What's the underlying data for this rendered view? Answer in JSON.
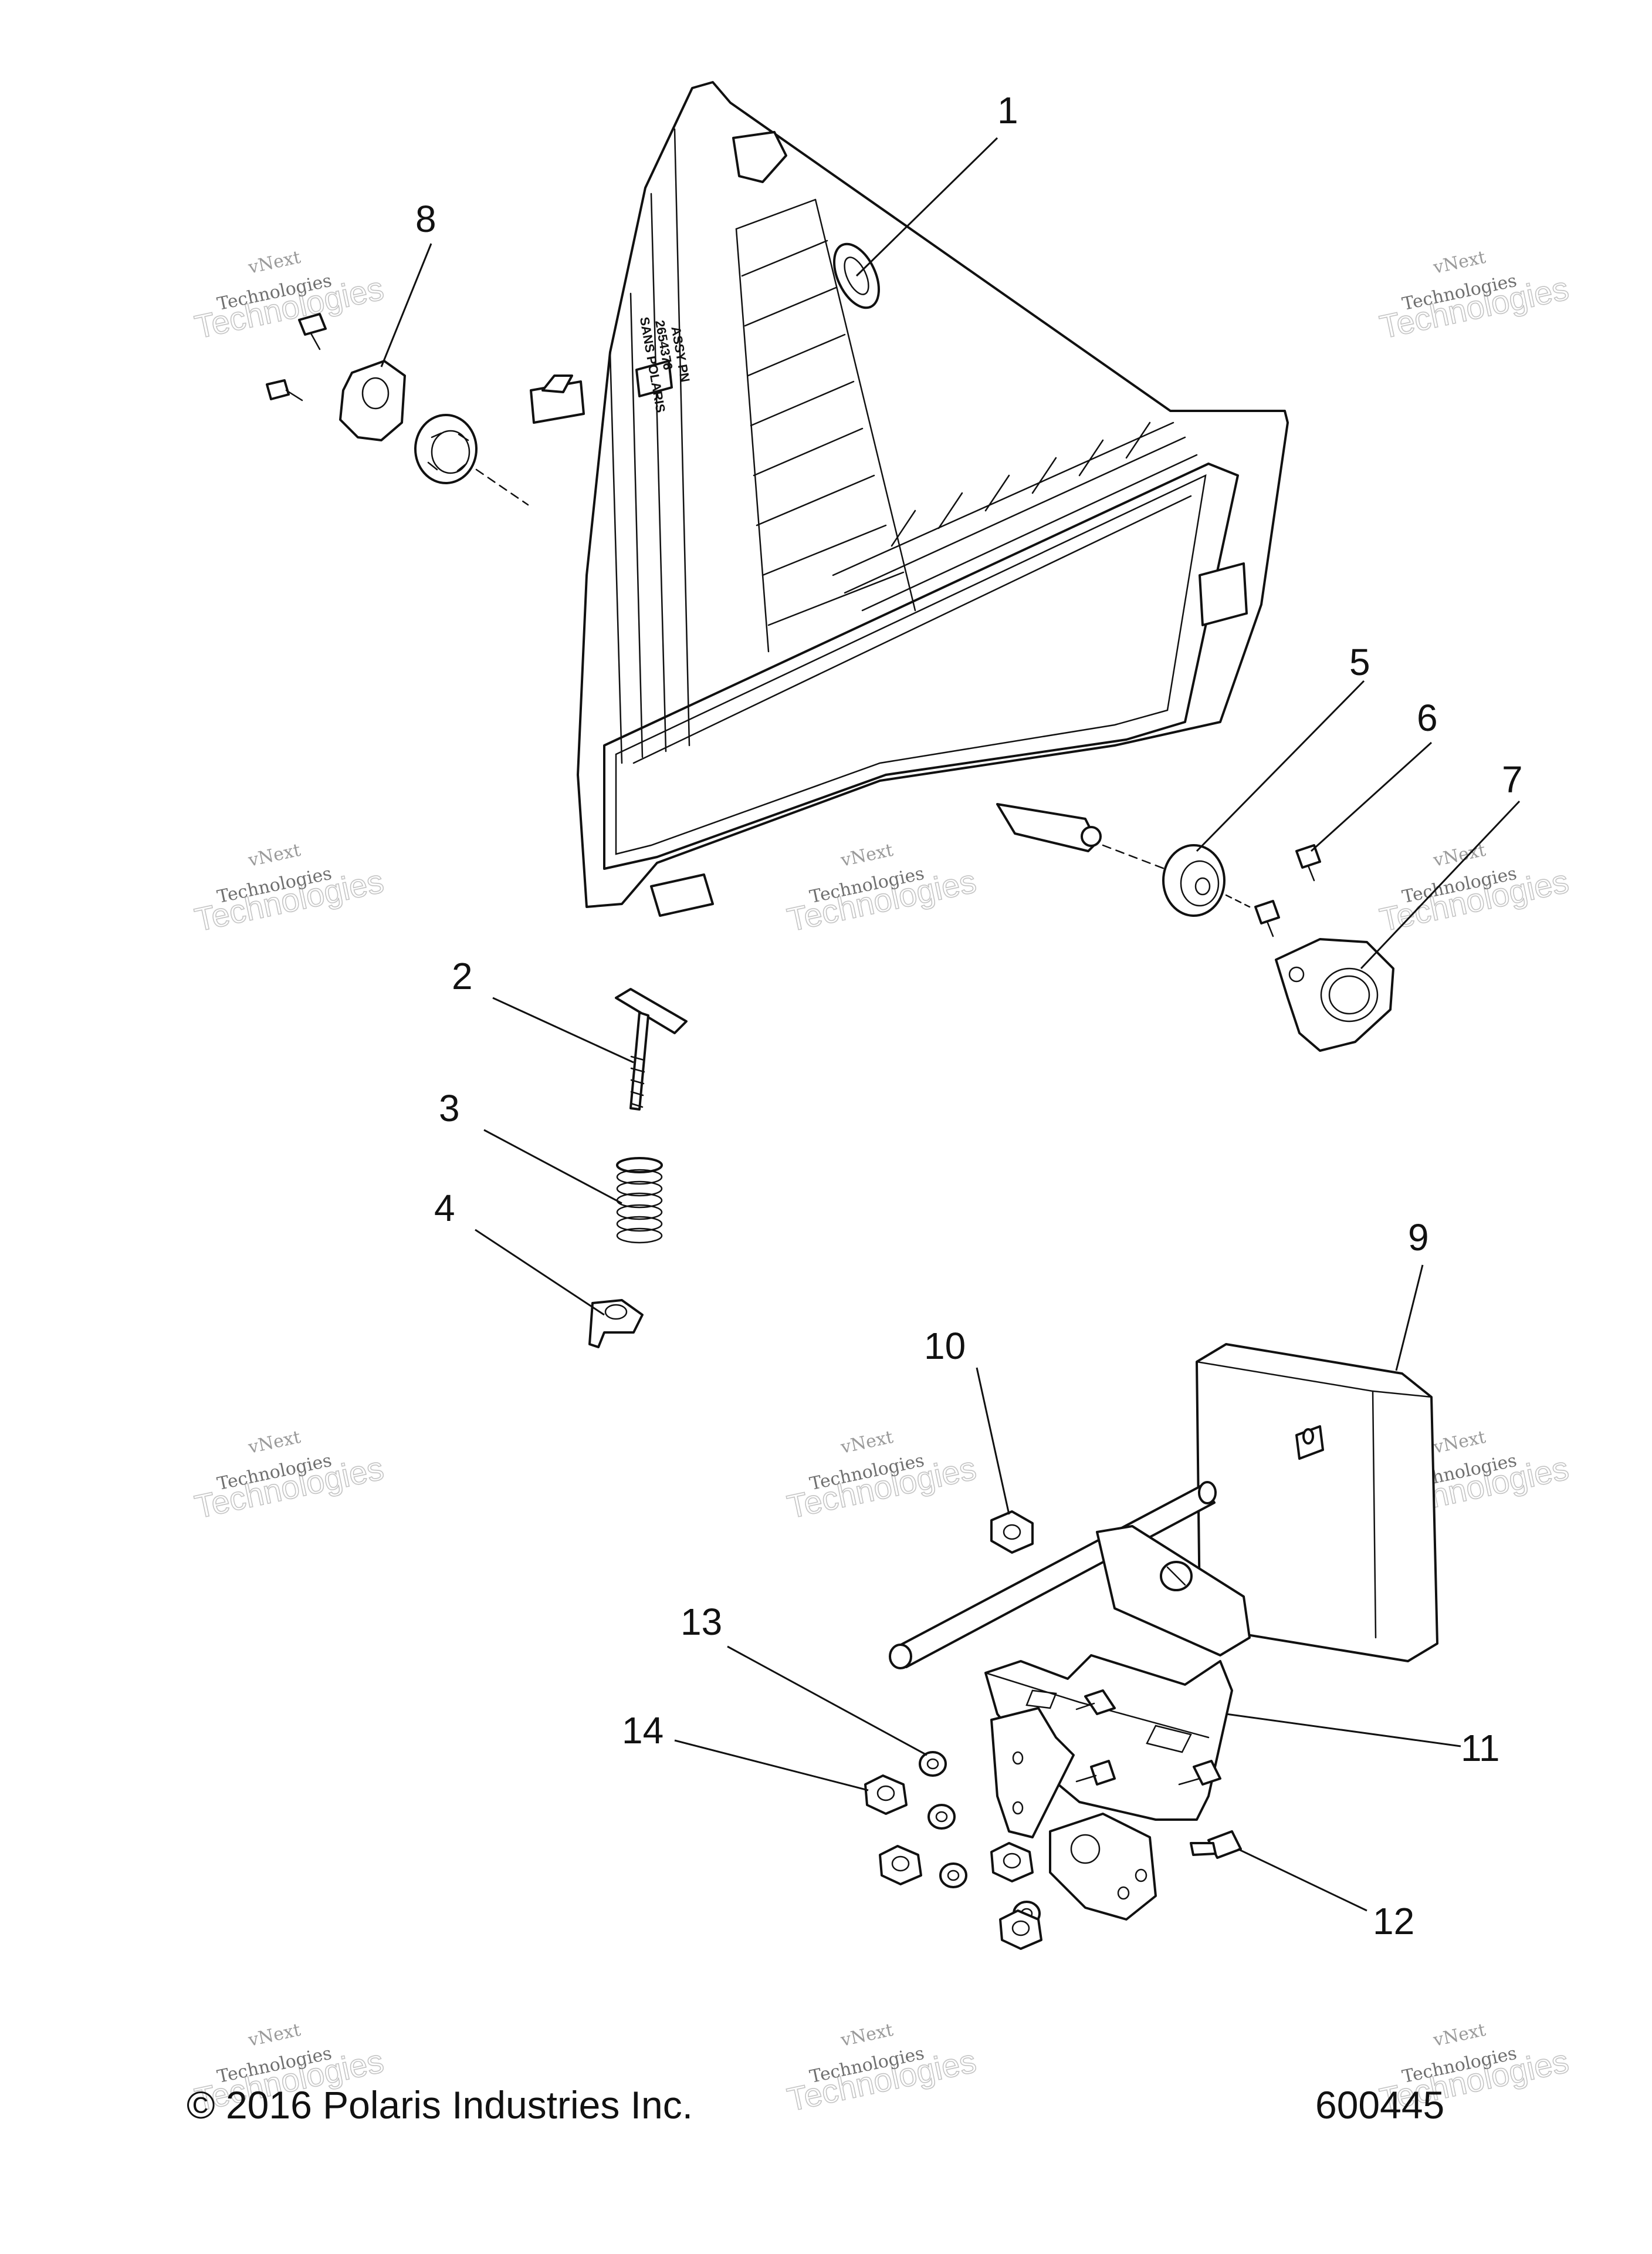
{
  "callouts": [
    "1",
    "2",
    "3",
    "4",
    "5",
    "6",
    "7",
    "8",
    "9",
    "10",
    "11",
    "12",
    "13",
    "14"
  ],
  "watermark": {
    "line1": "vNext",
    "line2": "Technologies",
    "big": "Technologies"
  },
  "footer": {
    "copyright": "© 2016 Polaris Industries Inc.",
    "figure_number": "600445"
  },
  "housing_label": [
    "ASSY PN",
    "2654376",
    "SANS POLARIS"
  ]
}
